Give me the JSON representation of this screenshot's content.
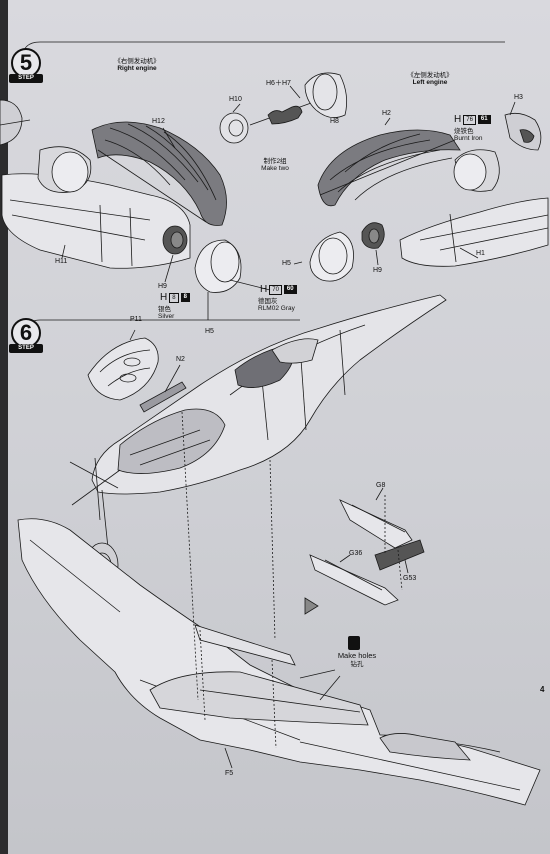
{
  "steps": {
    "step5": {
      "number": "5",
      "badge_label": "STEP"
    },
    "step6": {
      "number": "6",
      "badge_label": "STEP"
    }
  },
  "right_engine": {
    "title_zh": "《右侧发动机》",
    "title_en": "Right engine"
  },
  "left_engine": {
    "title_zh": "《左侧发动机》",
    "title_en": "Left engine"
  },
  "make_two": {
    "zh": "制作2组",
    "en": "Make two"
  },
  "parts": {
    "h12": "H12",
    "h11": "H11",
    "h9_right": "H9",
    "h5_right": "H5",
    "h10": "H10",
    "h6_h7": "H6＋H7",
    "h8": "H8",
    "h2_left": "H2",
    "h3": "H3",
    "h1": "H1",
    "h5_left": "H5",
    "h9_left": "H9",
    "p11": "P11",
    "n2": "N2",
    "g8": "G8",
    "g36": "G36",
    "g53": "G53",
    "f5": "F5"
  },
  "paints": {
    "silver": {
      "prefix": "H",
      "code": "8",
      "chip": "8",
      "name_zh": "银色",
      "name_en": "Silver"
    },
    "rlm02": {
      "prefix": "H",
      "code": "70",
      "chip": "60",
      "name_zh": "德国灰",
      "name_en": "RLM02 Gray"
    },
    "burnt_iron": {
      "prefix": "H",
      "code": "76",
      "chip": "61",
      "name_zh": "烧铁色",
      "name_en": "Burnt Iron"
    }
  },
  "make_holes": {
    "en": "Make holes",
    "zh": "钻孔"
  },
  "page_number": "4"
}
